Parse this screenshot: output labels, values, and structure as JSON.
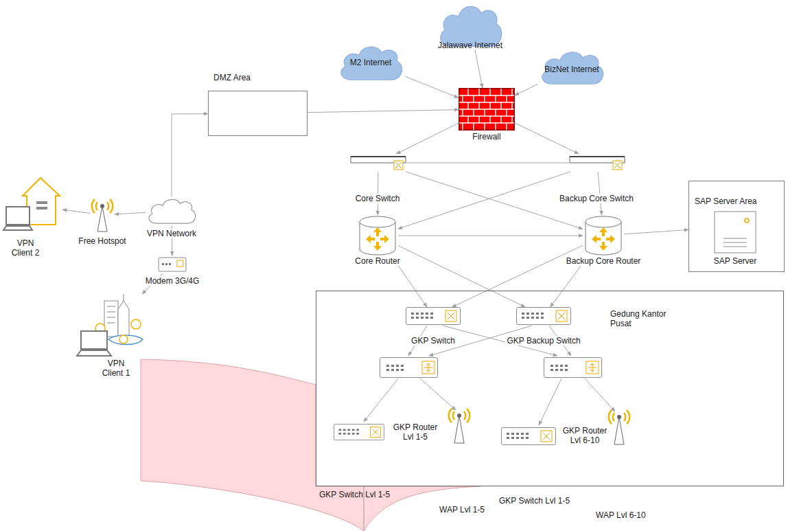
{
  "diagram": {
    "nodes": [
      {
        "text": [
          "M2 Internet"
        ]
      },
      {
        "text": [
          "Jalawave Internet"
        ]
      },
      {
        "text": [
          "BizNet Internet"
        ]
      },
      {
        "text": [
          "DMZ Area"
        ]
      },
      {
        "text": [
          "Firewall"
        ]
      },
      {
        "text": [
          "Core Switch"
        ]
      },
      {
        "text": [
          "Backup Core Switch"
        ]
      },
      {
        "text": [
          "Core Router"
        ]
      },
      {
        "text": [
          "Backup Core Router"
        ]
      },
      {
        "text": [
          "SAP Server Area"
        ]
      },
      {
        "text": [
          "SAP Server"
        ],
        "in": 9
      },
      {
        "text": [
          "Gedung Kantor Pusat"
        ]
      },
      {
        "text": [
          "GKP Switch"
        ],
        "in": 11
      },
      {
        "text": [
          "GKP Backup Switch"
        ],
        "in": 11
      },
      {
        "text": [
          "GKP Router Lvl 1-5"
        ],
        "in": 11
      },
      {
        "text": [
          "GKP Router Lvl 6-10"
        ],
        "in": 11
      },
      {
        "text": [
          "VPN Network"
        ]
      },
      {
        "text": [
          "Free Hotspot"
        ]
      },
      {
        "text": [
          "VPN Client 2"
        ]
      },
      {
        "text": [
          "Modem 3G/4G"
        ]
      },
      {
        "text": [
          "VPN Client 1"
        ]
      }
    ],
    "edges": [
      {
        "from": 0,
        "to": 4,
        "arrow": "to"
      },
      {
        "from": 1,
        "to": 4,
        "arrow": "to"
      },
      {
        "from": 2,
        "to": 4,
        "arrow": "to"
      },
      {
        "from": 3,
        "to": 4,
        "arrow": "to"
      },
      {
        "from": 4,
        "to": 5,
        "arrow": "to"
      },
      {
        "from": 4,
        "to": 6,
        "arrow": "to"
      },
      {
        "from": 5,
        "to": 6,
        "arrow": "none"
      },
      {
        "from": 5,
        "to": 7,
        "arrow": "to"
      },
      {
        "from": 5,
        "to": 8,
        "arrow": "to"
      },
      {
        "from": 6,
        "to": 7,
        "arrow": "to"
      },
      {
        "from": 6,
        "to": 8,
        "arrow": "to"
      },
      {
        "from": 7,
        "to": 8,
        "arrow": "to"
      },
      {
        "from": 8,
        "to": 9,
        "arrow": "to"
      },
      {
        "from": 7,
        "to": 12,
        "arrow": "to"
      },
      {
        "from": 7,
        "to": 13,
        "arrow": "to"
      },
      {
        "from": 8,
        "to": 12,
        "arrow": "to"
      },
      {
        "from": 8,
        "to": 13,
        "arrow": "to"
      },
      {
        "from": 16,
        "to": 3,
        "arrow": "to"
      },
      {
        "from": 16,
        "to": 17,
        "arrow": "to"
      },
      {
        "from": 17,
        "to": 18,
        "arrow": "to"
      },
      {
        "from": 16,
        "to": 19,
        "arrow": "to"
      },
      {
        "from": 19,
        "to": 20,
        "arrow": "to"
      }
    ],
    "labels": [
      "GKP Switch Lvl 1-5",
      "GKP Switch Lvl 1-5",
      "WAP Lvl 1-5",
      "WAP Lvl 6-10"
    ]
  }
}
